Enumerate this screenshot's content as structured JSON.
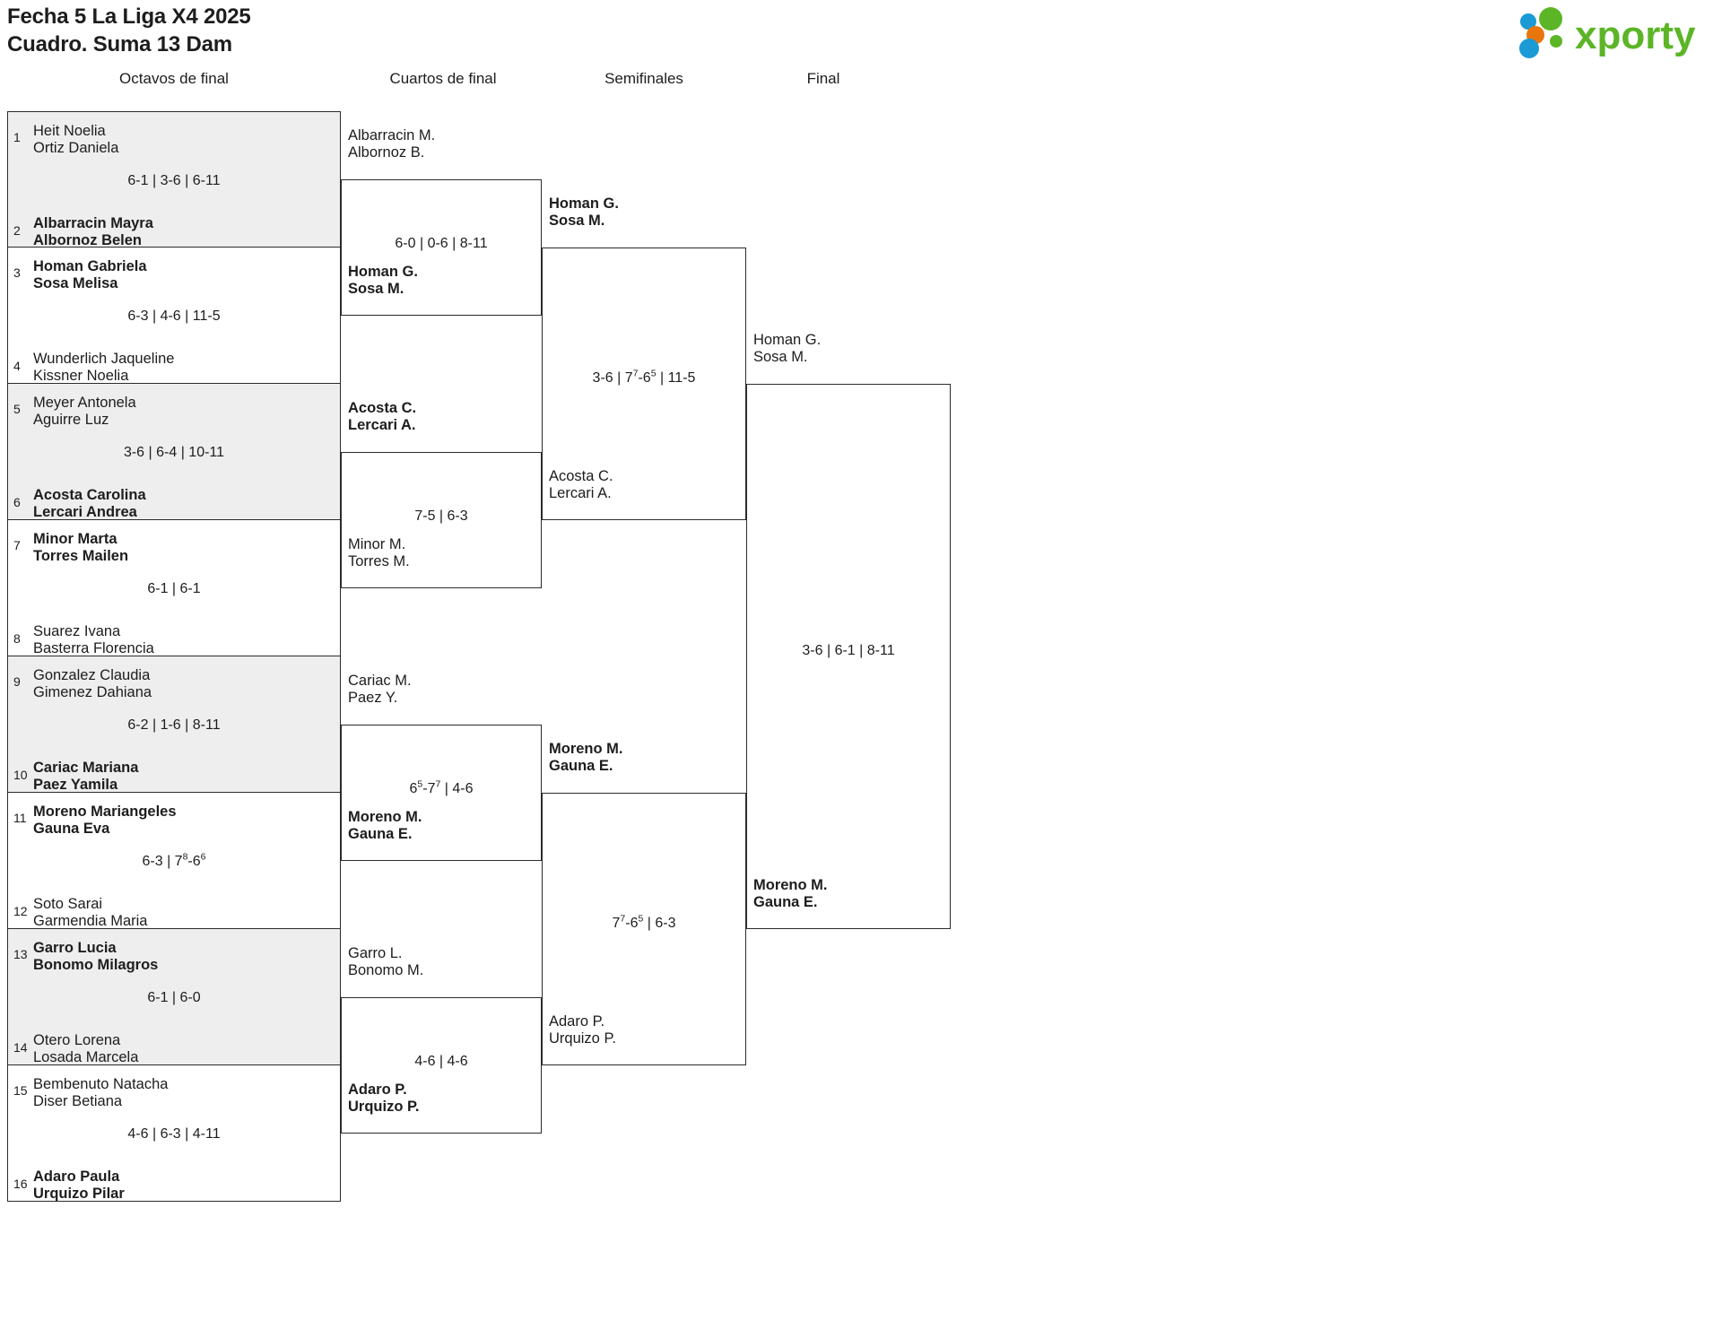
{
  "header": {
    "title": "Fecha 5 La Liga X4 2025\nCuadro. Suma 13 Dam",
    "logo_text": "xporty",
    "logo_colors": {
      "green": "#5cb527",
      "blue": "#1b9ad6",
      "orange": "#e8760d"
    }
  },
  "rounds": [
    {
      "key": "r16",
      "label": "Octavos de final"
    },
    {
      "key": "qf",
      "label": "Cuartos de final"
    },
    {
      "key": "sf",
      "label": "Semifinales"
    },
    {
      "key": "f",
      "label": "Final"
    }
  ],
  "bracket": {
    "round_of_16": [
      {
        "match": 1,
        "seed_top": "1",
        "top": "Heit Noelia\nOrtiz Daniela",
        "seed_bot": "2",
        "bottom": "Albarracin Mayra\nAlbornoz Belen",
        "winner": "bottom",
        "score": "6-1 | 3-6 | 6-11"
      },
      {
        "match": 2,
        "seed_top": "3",
        "top": "Homan Gabriela\nSosa Melisa",
        "seed_bot": "4",
        "bottom": "Wunderlich Jaqueline\nKissner Noelia",
        "winner": "top",
        "score": "6-3 | 4-6 | 11-5"
      },
      {
        "match": 3,
        "seed_top": "5",
        "top": "Meyer Antonela\nAguirre Luz",
        "seed_bot": "6",
        "bottom": "Acosta Carolina\nLercari Andrea",
        "winner": "bottom",
        "score": "3-6 | 6-4 | 10-11"
      },
      {
        "match": 4,
        "seed_top": "7",
        "top": "Minor Marta\nTorres Mailen",
        "seed_bot": "8",
        "bottom": "Suarez Ivana\nBasterra Florencia",
        "winner": "top",
        "score": "6-1 | 6-1"
      },
      {
        "match": 5,
        "seed_top": "9",
        "top": "Gonzalez Claudia\nGimenez Dahiana",
        "seed_bot": "10",
        "bottom": "Cariac Mariana\nPaez Yamila",
        "winner": "bottom",
        "score": "6-2 | 1-6 | 8-11"
      },
      {
        "match": 6,
        "seed_top": "11",
        "top": "Moreno Mariangeles\nGauna Eva",
        "seed_bot": "12",
        "bottom": "Soto Sarai\nGarmendia Maria",
        "winner": "top",
        "score_html": "6-3 | 7<sup>8</sup>-6<sup>6</sup>"
      },
      {
        "match": 7,
        "seed_top": "13",
        "top": "Garro Lucia\nBonomo Milagros",
        "seed_bot": "14",
        "bottom": "Otero Lorena\nLosada Marcela",
        "winner": "top",
        "score": "6-1 | 6-0"
      },
      {
        "match": 8,
        "seed_top": "15",
        "top": "Bembenuto Natacha\nDiser Betiana",
        "seed_bot": "16",
        "bottom": "Adaro Paula\nUrquizo Pilar",
        "winner": "bottom",
        "score": "4-6 | 6-3 | 4-11"
      }
    ],
    "quarterfinals": [
      {
        "match": 1,
        "top": "Albarracin M.\nAlbornoz B.",
        "bottom": "Homan G.\nSosa M.",
        "winner": "bottom",
        "score": "6-0 | 0-6 | 8-11"
      },
      {
        "match": 2,
        "top": "Acosta C.\nLercari A.",
        "bottom": "Minor M.\nTorres M.",
        "winner": "top",
        "score": "7-5 | 6-3"
      },
      {
        "match": 3,
        "top": "Cariac M.\nPaez Y.",
        "bottom": "Moreno M.\nGauna E.",
        "winner": "bottom",
        "score_html": "6<sup>5</sup>-7<sup>7</sup> | 4-6"
      },
      {
        "match": 4,
        "top": "Garro L.\nBonomo M.",
        "bottom": "Adaro P.\nUrquizo P.",
        "winner": "bottom",
        "score": "4-6 | 4-6"
      }
    ],
    "semifinals": [
      {
        "match": 1,
        "top": "Homan G.\nSosa M.",
        "bottom": "Acosta C.\nLercari A.",
        "winner": "top",
        "score_html": "3-6 | 7<sup>7</sup>-6<sup>5</sup> | 11-5"
      },
      {
        "match": 2,
        "top": "Moreno M.\nGauna E.",
        "bottom": "Adaro P.\nUrquizo P.",
        "winner": "top",
        "score_html": "7<sup>7</sup>-6<sup>5</sup> | 6-3"
      }
    ],
    "final": [
      {
        "match": 1,
        "top": "Homan G.\nSosa M.",
        "bottom": "Moreno M.\nGauna E.",
        "winner": "bottom",
        "score": "3-6 | 6-1 | 8-11"
      }
    ]
  }
}
